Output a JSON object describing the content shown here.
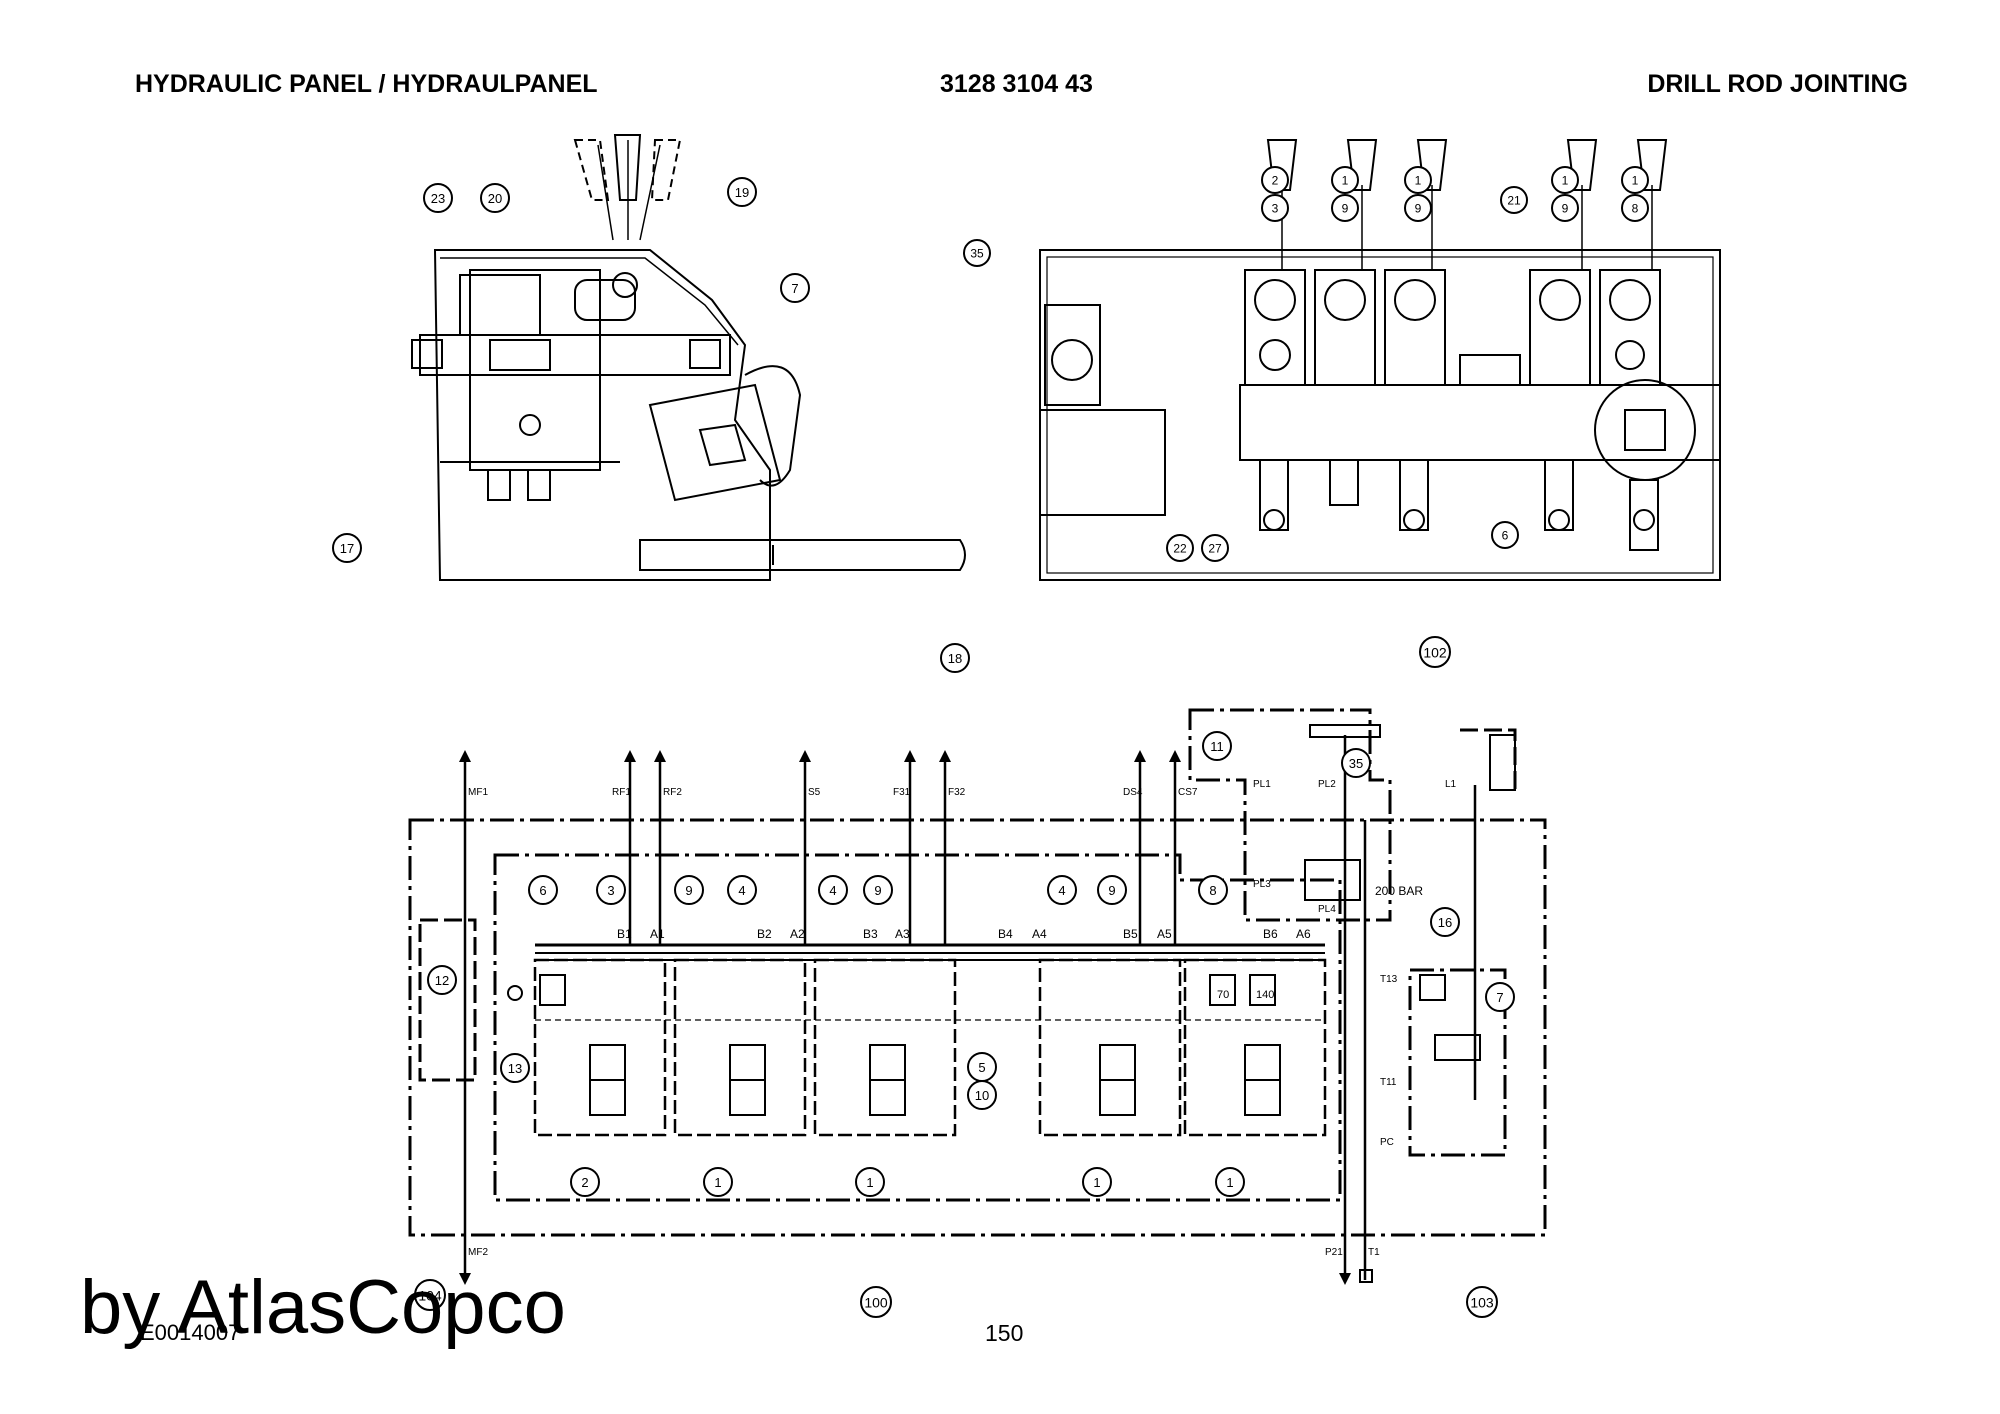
{
  "header": {
    "left_title": "HYDRAULIC PANEL / HYDRAULPANEL",
    "part_number": "3128 3104 43",
    "right_title": "DRILL ROD JOINTING"
  },
  "side_view": {
    "callouts": [
      "23",
      "20",
      "19",
      "7",
      "17",
      "18"
    ]
  },
  "front_view": {
    "callouts": [
      "2",
      "3",
      "1",
      "9",
      "1",
      "9",
      "21",
      "1",
      "9",
      "1",
      "8",
      "35",
      "22",
      "27",
      "6"
    ]
  },
  "schematic": {
    "port_labels": [
      "MF1",
      "RF1",
      "RF2",
      "S5",
      "F31",
      "F32",
      "DS4",
      "CS7",
      "MF2",
      "P21",
      "T1",
      "PL1",
      "PL2",
      "PL3",
      "PL4",
      "L1",
      "T13",
      "T11",
      "PC"
    ],
    "spool_labels": [
      "B1",
      "A1",
      "B2",
      "A2",
      "B3",
      "A3",
      "B4",
      "A4",
      "B5",
      "A5",
      "B6",
      "A6"
    ],
    "component_callouts": [
      "6",
      "3",
      "9",
      "4",
      "4",
      "9",
      "4",
      "9",
      "8",
      "12",
      "13",
      "5",
      "10",
      "2",
      "1",
      "1",
      "1",
      "1",
      "16",
      "7",
      "11",
      "35"
    ],
    "assembly_callouts": [
      "102",
      "100",
      "103",
      "104"
    ],
    "pressure_label": "200 BAR",
    "relief_values": [
      "70",
      "140"
    ]
  },
  "footer": {
    "watermark": "by AtlasCopco",
    "drawing_code": "E0014007",
    "page_number": "150"
  }
}
